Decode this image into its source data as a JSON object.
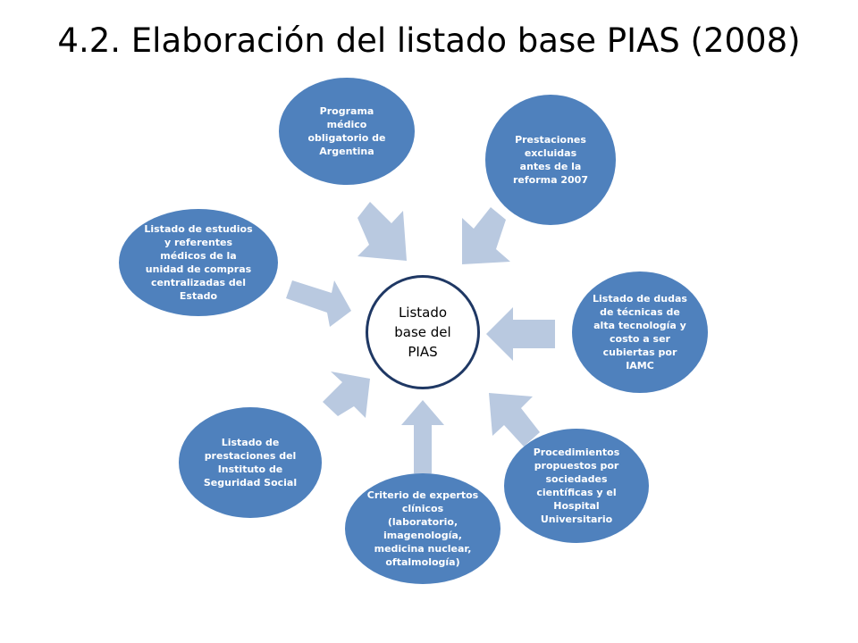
{
  "title": "4.2.  Elaboración del listado base PIAS (2008)",
  "center": {
    "label": "Listado base del PIAS"
  },
  "nodes": [
    {
      "label": "Programa médico obligatorio de Argentina"
    },
    {
      "label": "Prestaciones excluidas antes de la reforma 2007"
    },
    {
      "label": "Listado de dudas de técnicas de alta tecnología y costo a ser cubiertas por IAMC"
    },
    {
      "label": "Procedimientos propuestos por sociedades científicas y el Hospital Universitario"
    },
    {
      "label": "Criterio de expertos clínicos (laboratorio, imagenología, medicina nuclear, oftalmología)"
    },
    {
      "label": "Listado de prestaciones del Instituto de Seguridad Social"
    },
    {
      "label": "Listado de estudios y referentes médicos de la unidad de compras centralizadas del Estado"
    }
  ],
  "colors": {
    "node_fill": "#4f81bd",
    "arrow_fill": "#b9c9e0",
    "center_border": "#1f3864"
  }
}
